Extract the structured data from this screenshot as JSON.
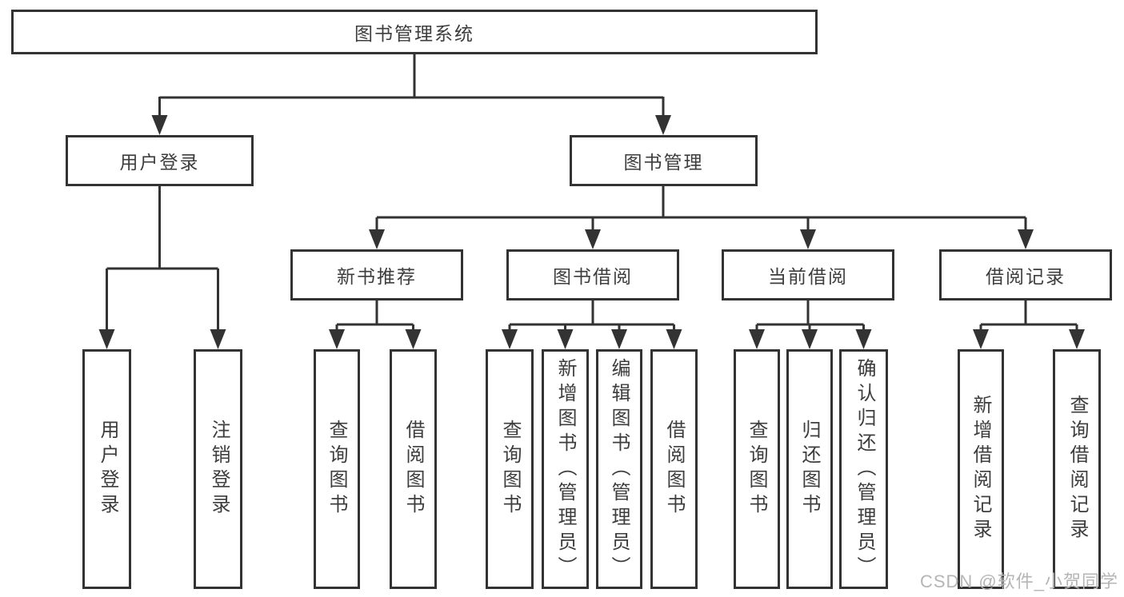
{
  "tree": {
    "label": "图书管理系统",
    "children": [
      {
        "label": "用户登录",
        "children": [
          {
            "label": "用户登录"
          },
          {
            "label": "注销登录"
          }
        ]
      },
      {
        "label": "图书管理",
        "children": [
          {
            "label": "新书推荐",
            "children": [
              {
                "label": "查询图书"
              },
              {
                "label": "借阅图书"
              }
            ]
          },
          {
            "label": "图书借阅",
            "children": [
              {
                "label": "查询图书"
              },
              {
                "label": "新增图书（管理员）"
              },
              {
                "label": "编辑图书（管理员）"
              },
              {
                "label": "借阅图书"
              }
            ]
          },
          {
            "label": "当前借阅",
            "children": [
              {
                "label": "查询图书"
              },
              {
                "label": "归还图书"
              },
              {
                "label": "确认归还（管理员）"
              }
            ]
          },
          {
            "label": "借阅记录",
            "children": [
              {
                "label": "新增借阅记录"
              },
              {
                "label": "查询借阅记录"
              }
            ]
          }
        ]
      }
    ]
  },
  "watermark": "CSDN @软件_小贺同学",
  "colors": {
    "line": "#333333",
    "box_border": "#333333",
    "text": "#3d3d3d",
    "watermark": "#b5b5b5",
    "background": "#ffffff"
  }
}
